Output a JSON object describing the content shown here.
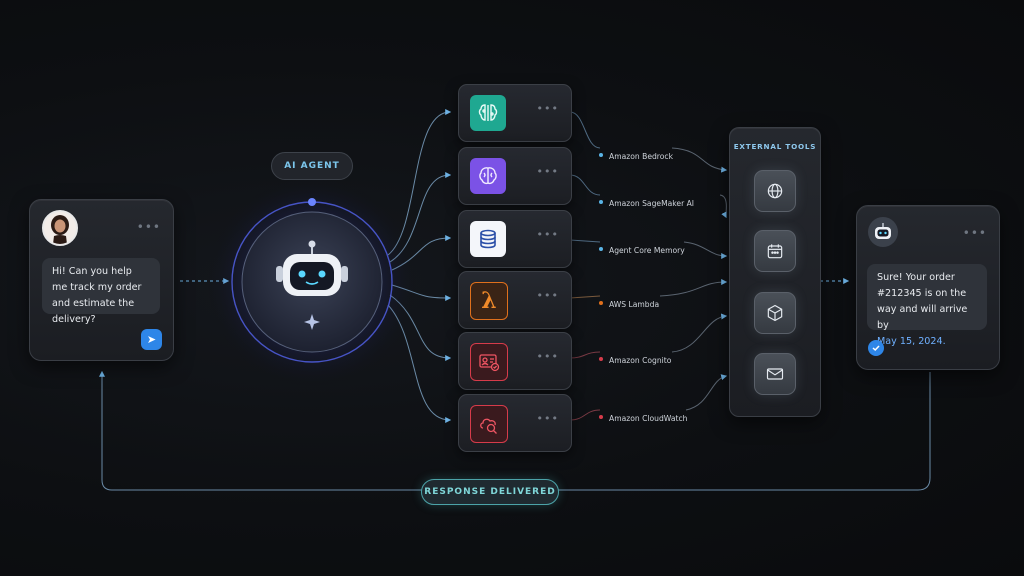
{
  "agent": {
    "label": "AI AGENT"
  },
  "user_card": {
    "message": "Hi! Can you help me track my order and estimate the delivery?",
    "send_icon": "send-arrow-icon",
    "menu_icon": "more-dots-icon"
  },
  "services": [
    {
      "name": "Amazon Bedrock",
      "icon": "brain-circuit-icon",
      "color": "#1fa891",
      "dot": "#5ab4e6"
    },
    {
      "name": "Amazon SageMaker AI",
      "icon": "brain-icon",
      "color": "#7b52e6",
      "dot": "#5ab4e6"
    },
    {
      "name": "Agent Core Memory",
      "icon": "database-icon",
      "color": "#f4f6fa",
      "dot": "#5ab4e6"
    },
    {
      "name": "AWS Lambda",
      "icon": "lambda-icon",
      "color": "#e0701c",
      "dot": "#e0701c"
    },
    {
      "name": "Amazon Cognito",
      "icon": "id-card-check-icon",
      "color": "#d63b4a",
      "dot": "#d63b4a"
    },
    {
      "name": "Amazon CloudWatch",
      "icon": "cloud-search-icon",
      "color": "#d63b4a",
      "dot": "#d63b4a"
    }
  ],
  "external_tools": {
    "title": "EXTERNAL TOOLS",
    "tools": [
      "globe-icon",
      "calendar-icon",
      "package-icon",
      "mail-icon"
    ]
  },
  "response_card": {
    "message_plain": "Sure! Your order #212345 is on the way and will arrive by",
    "date": "May 15, 2024.",
    "status_icon": "check-circle-icon"
  },
  "footer": {
    "label": "RESPONSE DELIVERED"
  },
  "colors": {
    "accent": "#6fa8e8",
    "line": "#7a8794",
    "glow": "#4b5cff",
    "teal": "#5fd3d6"
  }
}
